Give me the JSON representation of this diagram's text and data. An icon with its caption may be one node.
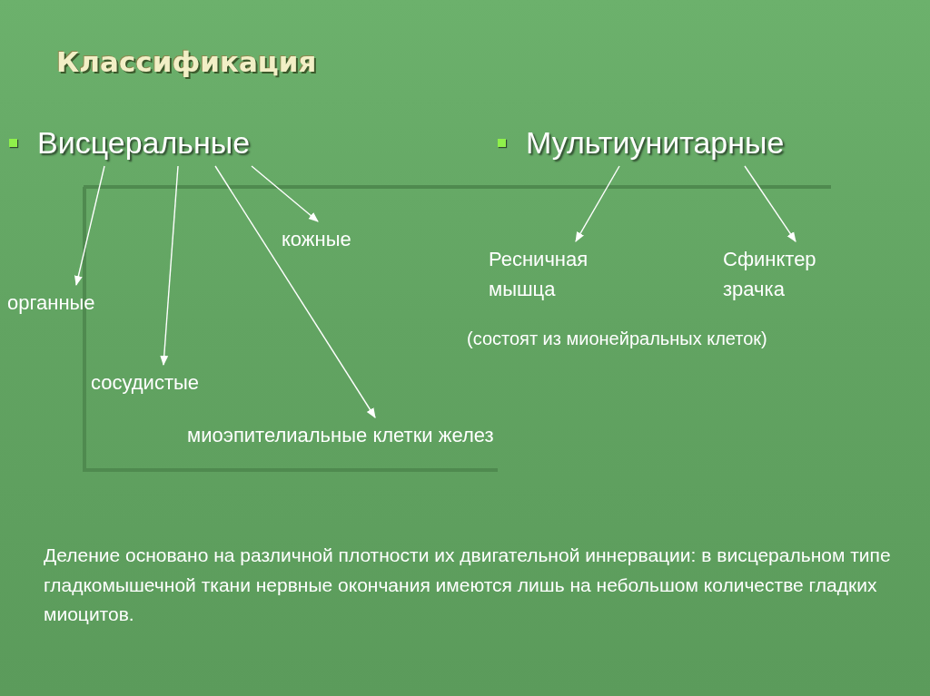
{
  "diagram": {
    "title": "Классификация",
    "nodes": [
      {
        "text": [
          "Висцеральные"
        ]
      },
      {
        "text": [
          "Мультиунитарные"
        ]
      },
      {
        "text": [
          "кожные"
        ]
      },
      {
        "text": [
          "органные"
        ]
      },
      {
        "text": [
          "Ресничная мышца"
        ]
      },
      {
        "text": [
          "Сфинктер зрачка"
        ]
      },
      {
        "text": [
          "сосудистые"
        ]
      },
      {
        "text": [
          "миоэпителиальные клетки желез"
        ]
      }
    ],
    "edges": [
      {
        "from": 0,
        "to": 3,
        "arrow": "to"
      },
      {
        "from": 0,
        "to": 6,
        "arrow": "to"
      },
      {
        "from": 0,
        "to": 7,
        "arrow": "to"
      },
      {
        "from": 0,
        "to": 2,
        "arrow": "to"
      },
      {
        "from": 1,
        "to": 4,
        "arrow": "to"
      },
      {
        "from": 1,
        "to": 5,
        "arrow": "to"
      }
    ],
    "labels": [
      "(состоят из мионейральных клеток)",
      "Деление основано на различной плотности их двигательной иннервации: в висцеральном типе гладкомышечной ткани нервные окончания имеются лишь на небольшом количестве гладких миоцитов."
    ]
  }
}
